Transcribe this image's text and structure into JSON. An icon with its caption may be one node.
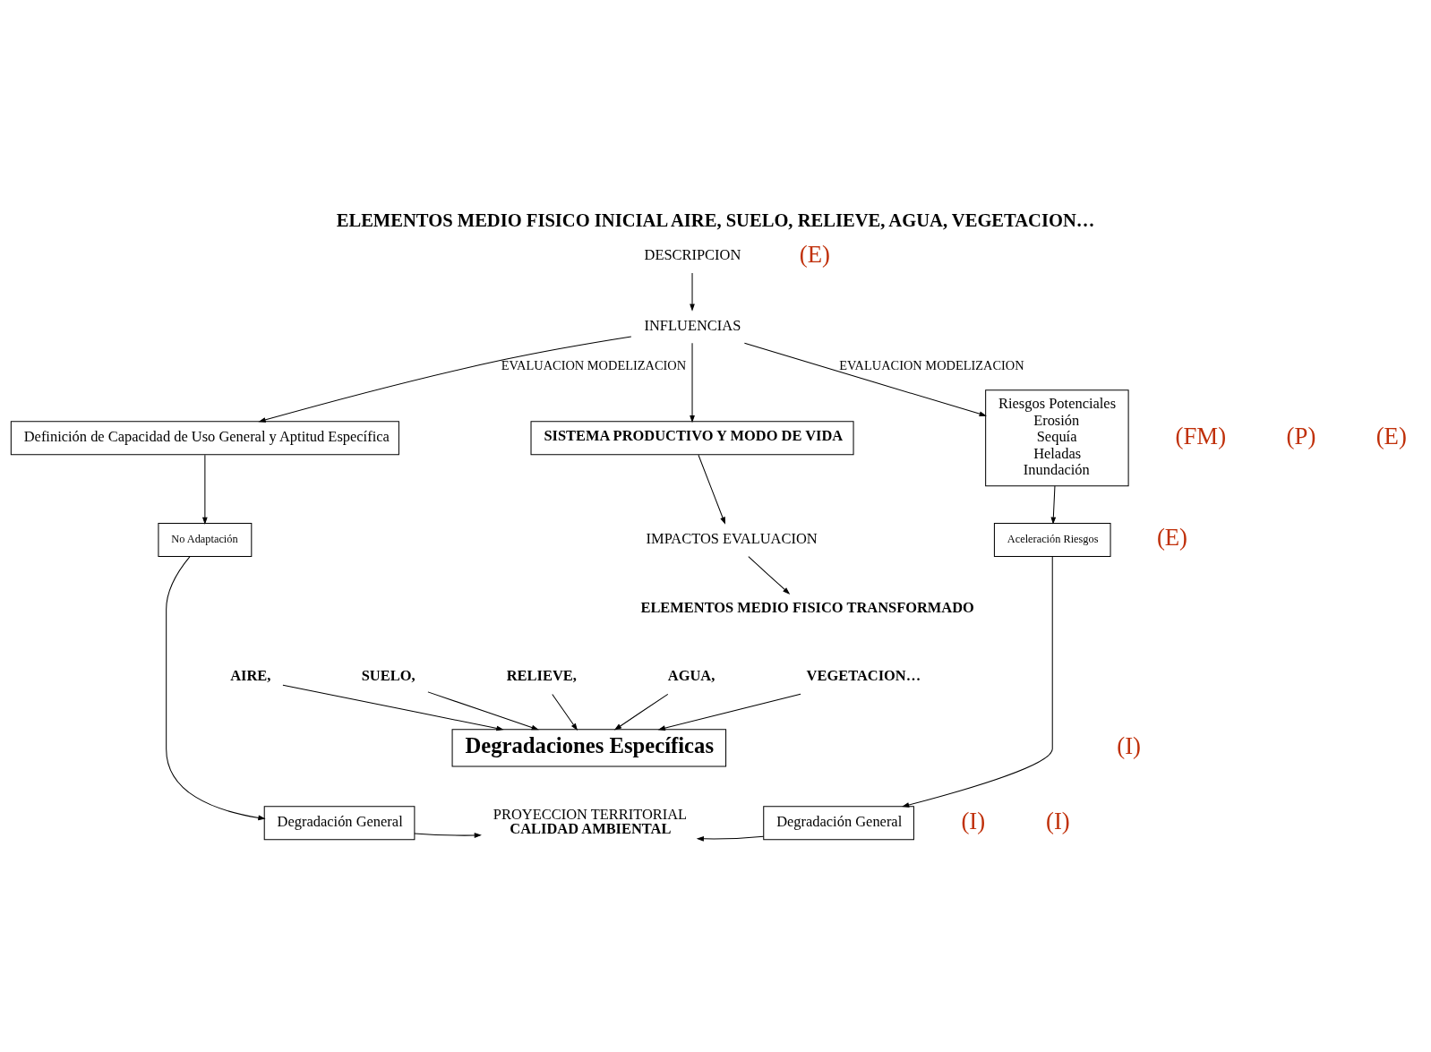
{
  "diagram": {
    "title": "ELEMENTOS MEDIO FISICO INICIAL AIRE, SUELO, RELIEVE, AGUA, VEGETACION…",
    "nodes": [
      {
        "text": [
          "DESCRIPCION"
        ]
      },
      {
        "text": [
          "INFLUENCIAS"
        ]
      },
      {
        "text": [
          "Definición de Capacidad de Uso General y Aptitud Específica"
        ]
      },
      {
        "text": [
          "SISTEMA PRODUCTIVO Y MODO DE VIDA"
        ]
      },
      {
        "text": [
          "Riesgos Potenciales",
          "Erosión",
          "Sequía",
          "Heladas",
          "Inundación"
        ]
      },
      {
        "text": [
          "No Adaptación"
        ]
      },
      {
        "text": [
          "Aceleración Riesgos"
        ]
      },
      {
        "text": [
          "IMPACTOS EVALUACION"
        ]
      },
      {
        "text": [
          "ELEMENTOS MEDIO FISICO TRANSFORMADO"
        ]
      },
      {
        "text": [
          "AIRE,"
        ]
      },
      {
        "text": [
          "SUELO,"
        ]
      },
      {
        "text": [
          "RELIEVE,"
        ]
      },
      {
        "text": [
          "AGUA,"
        ]
      },
      {
        "text": [
          "VEGETACION…"
        ]
      },
      {
        "text": [
          "Degradaciones Específicas"
        ]
      },
      {
        "text": [
          "Degradación General"
        ]
      },
      {
        "text": [
          "PROYECCION TERRITORIAL",
          "CALIDAD AMBIENTAL"
        ]
      },
      {
        "text": [
          "Degradación General"
        ]
      }
    ],
    "edges": [
      {
        "from": 0,
        "to": 1,
        "arrow": "to"
      },
      {
        "from": 1,
        "to": 2,
        "arrow": "to",
        "label": "EVALUACION MODELIZACION"
      },
      {
        "from": 1,
        "to": 3,
        "arrow": "to"
      },
      {
        "from": 1,
        "to": 4,
        "arrow": "to",
        "label": "EVALUACION MODELIZACION"
      },
      {
        "from": 2,
        "to": 5,
        "arrow": "to"
      },
      {
        "from": 4,
        "to": 6,
        "arrow": "to"
      },
      {
        "from": 3,
        "to": 7,
        "arrow": "to"
      },
      {
        "from": 7,
        "to": 8,
        "arrow": "to"
      },
      {
        "from": 9,
        "to": 14,
        "arrow": "to"
      },
      {
        "from": 10,
        "to": 14,
        "arrow": "to"
      },
      {
        "from": 11,
        "to": 14,
        "arrow": "to"
      },
      {
        "from": 12,
        "to": 14,
        "arrow": "to"
      },
      {
        "from": 13,
        "to": 14,
        "arrow": "to"
      },
      {
        "from": 5,
        "to": 15,
        "arrow": "to"
      },
      {
        "from": 6,
        "to": 17,
        "arrow": "to"
      },
      {
        "from": 15,
        "to": 16,
        "arrow": "to"
      },
      {
        "from": 17,
        "to": 16,
        "arrow": "to"
      }
    ],
    "labels": [
      "(E)",
      "(FM)",
      "(P)",
      "(E)",
      "(E)",
      "(I)",
      "(I)",
      "(I)"
    ]
  }
}
